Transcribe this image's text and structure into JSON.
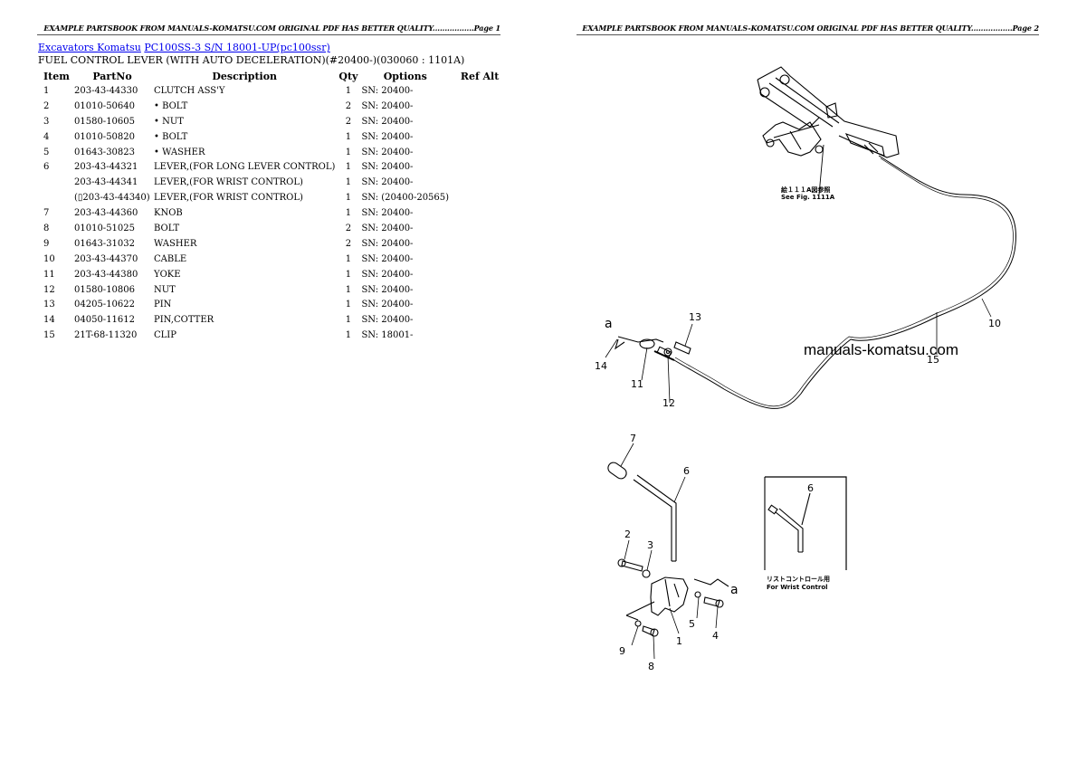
{
  "page1": {
    "header": "EXAMPLE PARTSBOOK FROM MANUALS-KOMATSU.COM ORIGINAL PDF HAS BETTER QUALITY.................Page 1",
    "breadcrumb": {
      "link1": "Excavators Komatsu",
      "link2": "PC100SS-3 S/N 18001-UP(pc100ssr)"
    },
    "subtitle": "FUEL CONTROL LEVER (WITH AUTO DECELERATION)(#20400-)(030060 : 1101A)",
    "table": {
      "headers": [
        "Item",
        "PartNo",
        "Description",
        "Qty",
        "Options",
        "Ref Alt"
      ],
      "rows": [
        {
          "item": "1",
          "part": "203-43-44330",
          "desc": "CLUTCH ASS'Y",
          "qty": "1",
          "opt": "SN: 20400-",
          "ref": ""
        },
        {
          "item": "2",
          "part": "01010-50640",
          "desc": "• BOLT",
          "qty": "2",
          "opt": "SN: 20400-",
          "ref": ""
        },
        {
          "item": "3",
          "part": "01580-10605",
          "desc": "• NUT",
          "qty": "2",
          "opt": "SN: 20400-",
          "ref": ""
        },
        {
          "item": "4",
          "part": "01010-50820",
          "desc": "• BOLT",
          "qty": "1",
          "opt": "SN: 20400-",
          "ref": ""
        },
        {
          "item": "5",
          "part": "01643-30823",
          "desc": "• WASHER",
          "qty": "1",
          "opt": "SN: 20400-",
          "ref": ""
        },
        {
          "item": "6",
          "part": "203-43-44321",
          "desc": "LEVER,(FOR LONG LEVER CONTROL)",
          "qty": "1",
          "opt": "SN: 20400-",
          "ref": ""
        },
        {
          "item": "",
          "part": "203-43-44341",
          "desc": "LEVER,(FOR WRIST CONTROL)",
          "qty": "1",
          "opt": "SN: 20400-",
          "ref": ""
        },
        {
          "item": "",
          "part": "(▯203-43-44340)",
          "desc": "LEVER,(FOR WRIST CONTROL)",
          "qty": "1",
          "opt": "SN: (20400-20565)",
          "ref": ""
        },
        {
          "item": "7",
          "part": "203-43-44360",
          "desc": "KNOB",
          "qty": "1",
          "opt": "SN: 20400-",
          "ref": ""
        },
        {
          "item": "8",
          "part": "01010-51025",
          "desc": "BOLT",
          "qty": "2",
          "opt": "SN: 20400-",
          "ref": ""
        },
        {
          "item": "9",
          "part": "01643-31032",
          "desc": "WASHER",
          "qty": "2",
          "opt": "SN: 20400-",
          "ref": ""
        },
        {
          "item": "10",
          "part": "203-43-44370",
          "desc": "CABLE",
          "qty": "1",
          "opt": "SN: 20400-",
          "ref": ""
        },
        {
          "item": "11",
          "part": "203-43-44380",
          "desc": "YOKE",
          "qty": "1",
          "opt": "SN: 20400-",
          "ref": ""
        },
        {
          "item": "12",
          "part": "01580-10806",
          "desc": "NUT",
          "qty": "1",
          "opt": "SN: 20400-",
          "ref": ""
        },
        {
          "item": "13",
          "part": "04205-10622",
          "desc": "PIN",
          "qty": "1",
          "opt": "SN: 20400-",
          "ref": ""
        },
        {
          "item": "14",
          "part": "04050-11612",
          "desc": "PIN,COTTER",
          "qty": "1",
          "opt": "SN: 20400-",
          "ref": ""
        },
        {
          "item": "15",
          "part": "21T-68-11320",
          "desc": "CLIP",
          "qty": "1",
          "opt": "SN: 18001-",
          "ref": ""
        }
      ]
    }
  },
  "page2": {
    "header": "EXAMPLE PARTSBOOK FROM MANUALS-KOMATSU.COM ORIGINAL PDF HAS BETTER QUALITY.................Page 2",
    "diagram": {
      "watermark": "manuals-komatsu.com",
      "see_fig_jp": "絵１１１A図参照",
      "see_fig": "See Fig. 1111A",
      "wrist_jp": "リストコントロール用",
      "wrist": "For Wrist Control",
      "callouts": {
        "c1": "1",
        "c2": "2",
        "c3": "3",
        "c4": "4",
        "c5": "5",
        "c6": "6",
        "c6b": "6",
        "c7": "7",
        "c8": "8",
        "c9": "9",
        "c10": "10",
        "c11": "11",
        "c12": "12",
        "c13": "13",
        "c14": "14",
        "c15": "15",
        "a1": "a",
        "a2": "a"
      }
    }
  }
}
